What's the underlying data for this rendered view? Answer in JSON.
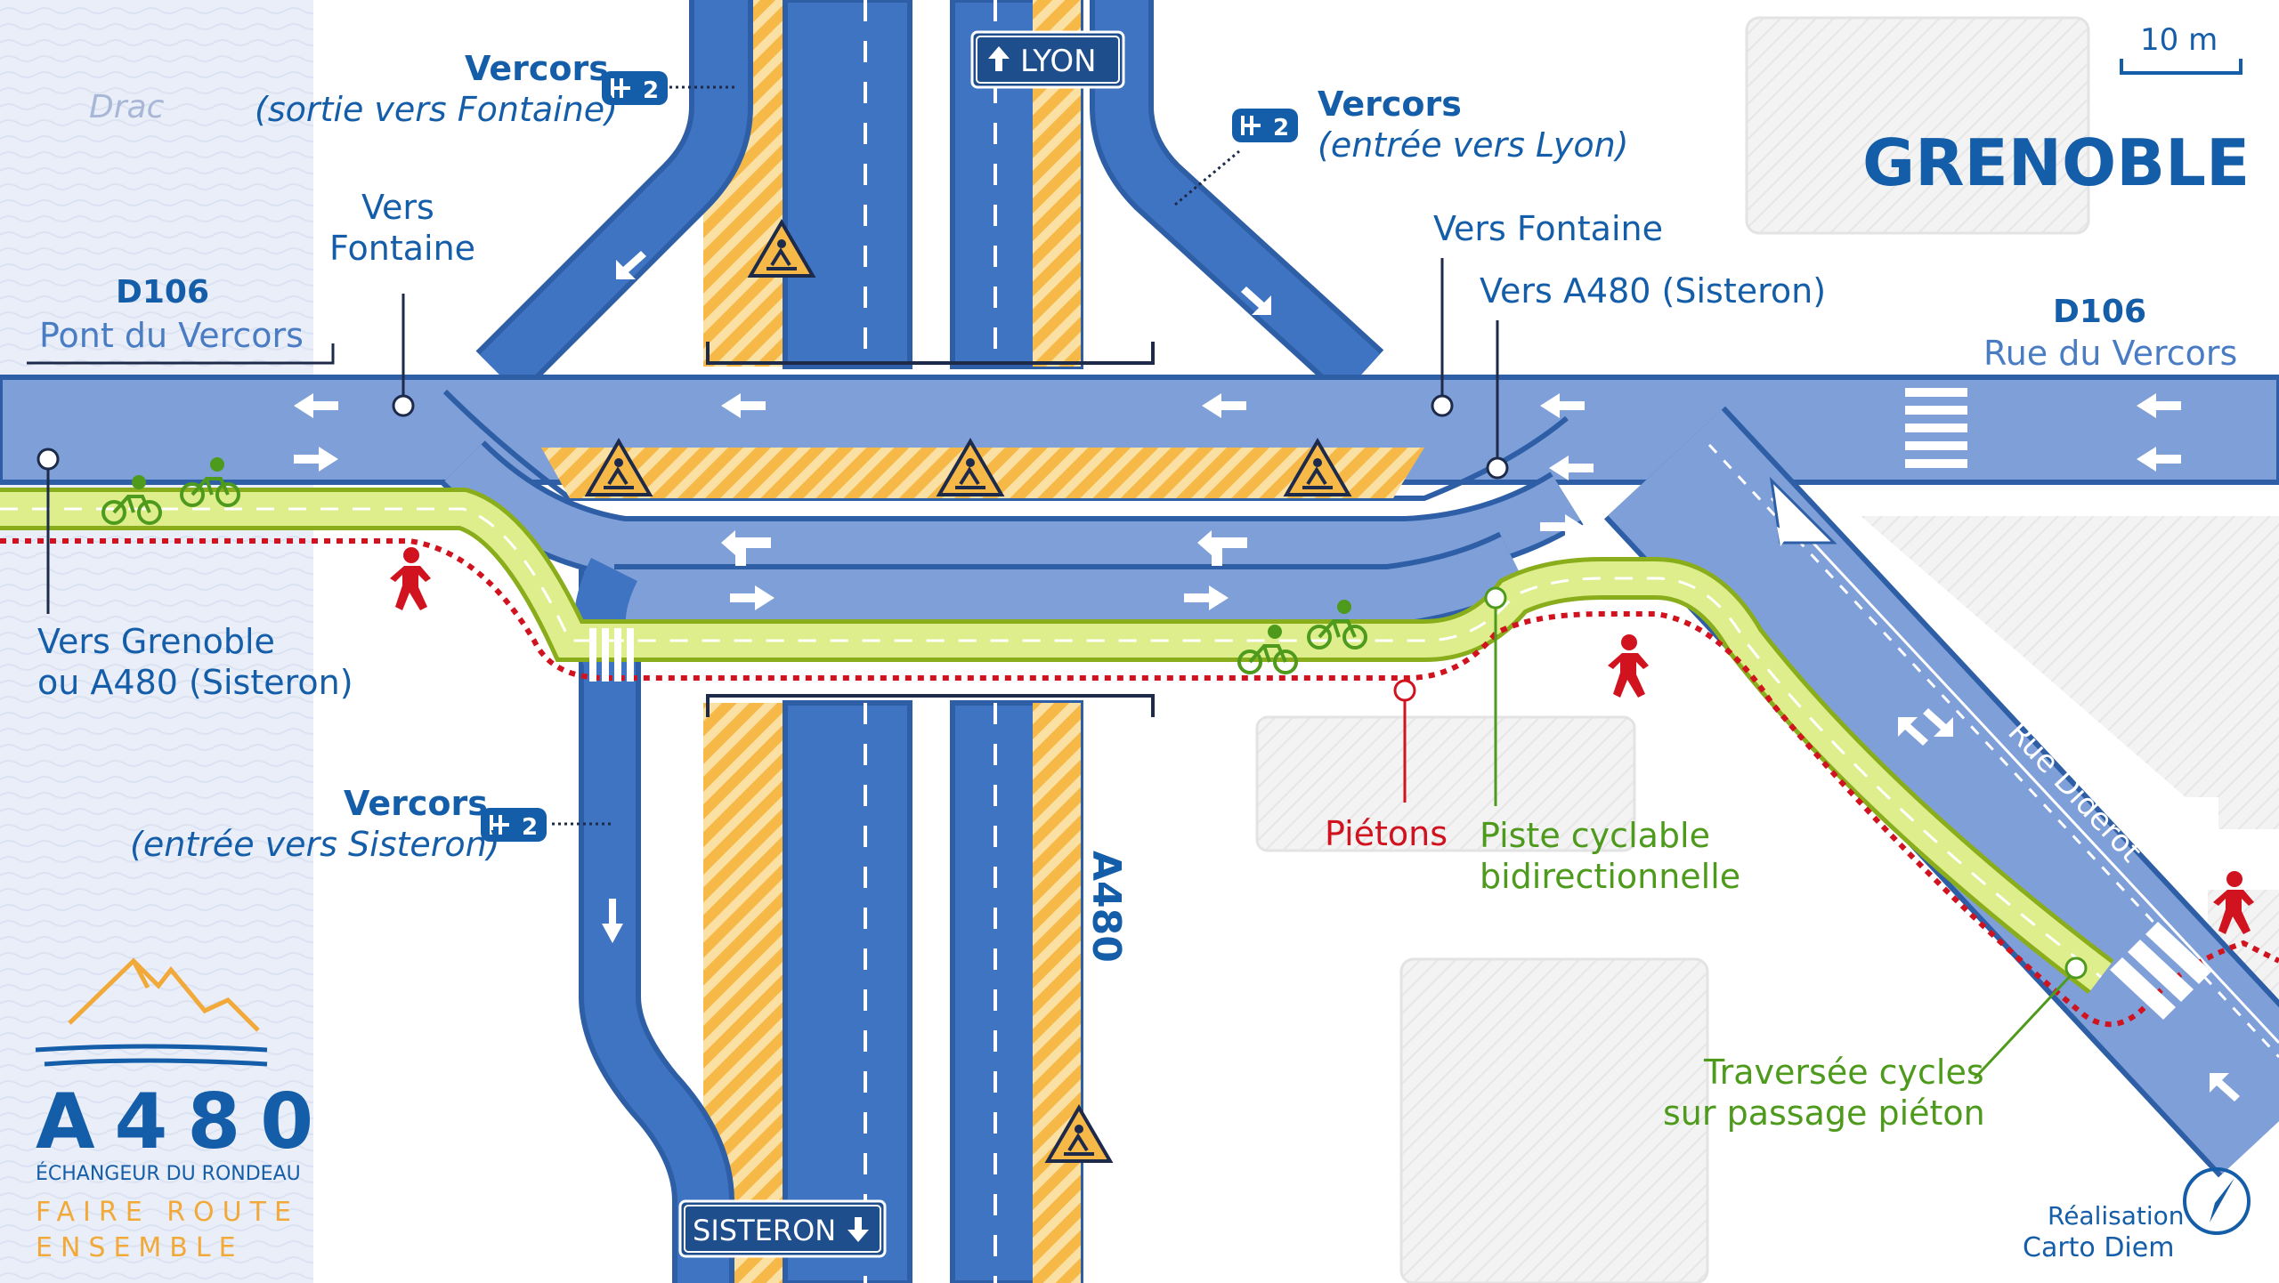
{
  "colors": {
    "road": "#7f9fd9",
    "road_edge": "#2e5fa6",
    "highway": "#3f74c2",
    "label_blue": "#145da8",
    "works": "#f6b847",
    "bike_lane": "#dfee8c",
    "bike_edge": "#8aad1c",
    "pedestrian": "#d0131f",
    "cyclist": "#4e9a1c",
    "water": "#e8eef8",
    "building": "#f0f0f0",
    "tagline_gold": "#f1a93a"
  },
  "map": {
    "river_label": "Drac",
    "city_label": "GRENOBLE",
    "scale_label": "10 m",
    "road_left_code": "D106",
    "road_left_name": "Pont du Vercors",
    "road_right_code": "D106",
    "road_right_name": "Rue du Vercors",
    "street_diderot": "Rue Diderot",
    "highway_label": "A480",
    "sign_lyon": "LYON",
    "sign_sisteron": "SISTERON",
    "exit_badge": "2"
  },
  "annotations": {
    "vercors_exit_fontaine": {
      "title": "Vercors",
      "subtitle": "(sortie vers Fontaine)"
    },
    "vercors_entry_lyon": {
      "title": "Vercors",
      "subtitle": "(entrée vers Lyon)"
    },
    "vercors_entry_sisteron": {
      "title": "Vercors",
      "subtitle": "(entrée vers Sisteron)"
    },
    "vers_fontaine_left": {
      "line1": "Vers",
      "line2": "Fontaine"
    },
    "vers_fontaine_right": "Vers Fontaine",
    "vers_a480_sisteron": "Vers A480 (Sisteron)",
    "vers_grenoble": {
      "line1": "Vers Grenoble",
      "line2": "ou A480 (Sisteron)"
    },
    "pietons": "Piétons",
    "piste_cyclable": {
      "line1": "Piste cyclable",
      "line2": "bidirectionnelle"
    },
    "traversee_cycles": {
      "line1": "Traversée cycles",
      "line2": "sur passage piéton"
    }
  },
  "branding": {
    "logo_title": "A480",
    "logo_subtitle": "ÉCHANGEUR DU RONDEAU",
    "tagline_line1": "FAIRE ROUTE",
    "tagline_line2": "ENSEMBLE",
    "credit_line1": "Réalisation",
    "credit_line2": "Carto Diem"
  },
  "icons": [
    "roadworks-icon",
    "cyclist-icon",
    "pedestrian-icon",
    "arrow-left-icon",
    "arrow-right-icon",
    "turn-left-icon",
    "motorway-icon",
    "compass-icon",
    "mountain-logo-icon"
  ]
}
